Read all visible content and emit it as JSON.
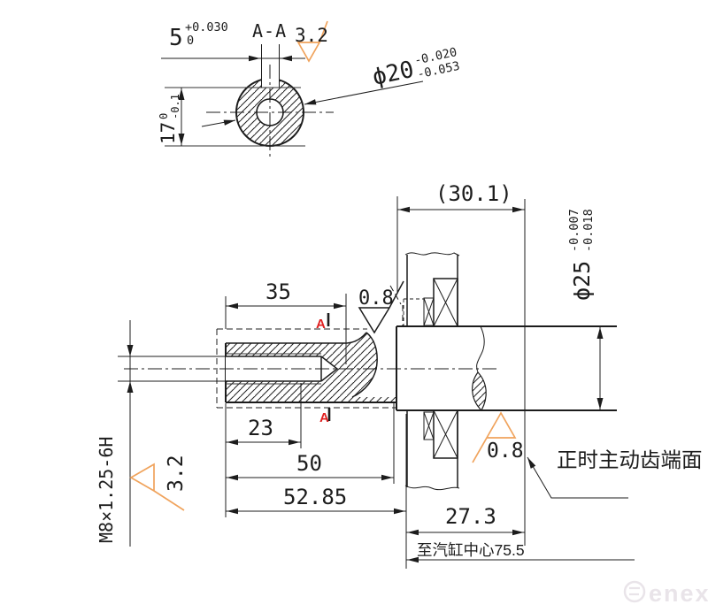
{
  "drawing": {
    "type": "engineering-drawing",
    "subject": "crankshaft timing-gear end shaft",
    "colors": {
      "line": "#1c1c1c",
      "roughness_accent": "#f0a35c",
      "section_marker": "#e02020",
      "watermark": "#e9e4e9"
    },
    "section_view": {
      "label": "A-A",
      "keyway_width": {
        "nominal": "5",
        "upper_tol": "+0.030",
        "lower_tol": "0"
      },
      "roughness": "3.2",
      "diameter": {
        "nominal": "ϕ20",
        "upper_tol": "-0.020",
        "lower_tol": "-0.053"
      },
      "keyway_depth": {
        "nominal": "17",
        "upper_tol": "0",
        "lower_tol": "-0.1"
      }
    },
    "main_view": {
      "dim_35": "35",
      "dim_23": "23",
      "dim_50": "50",
      "dim_52_85": "52.85",
      "dim_30_1": "(30.1)",
      "dim_27_3": "27.3",
      "shaft_diameter": {
        "nominal": "ϕ25",
        "upper_tol": "-0.007",
        "lower_tol": "-0.018"
      },
      "thread_spec": "M8×1.25-6H",
      "roughness_thread": "3.2",
      "roughness_keyway": "0.8",
      "roughness_face": "0.8",
      "section_marker_top": "A",
      "section_marker_bottom": "A",
      "face_note": "正时主动齿端面",
      "center_note": "至汽缸中心75.5"
    },
    "watermark": {
      "logo_letter": "e",
      "text": "enex"
    }
  }
}
